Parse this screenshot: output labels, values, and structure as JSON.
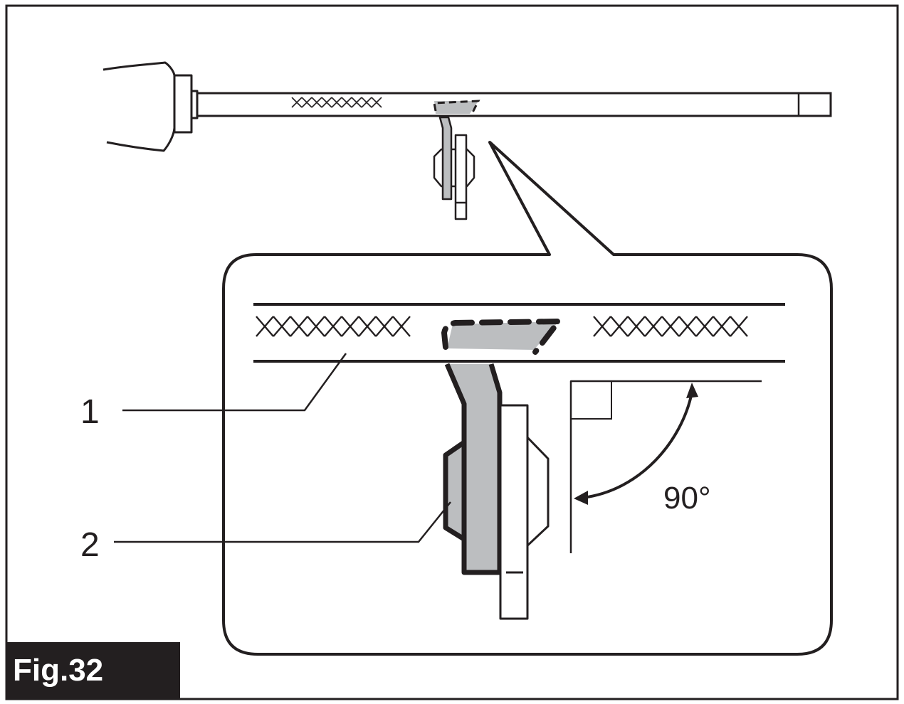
{
  "figure": {
    "label": "Fig.32",
    "callouts": [
      {
        "number": "1"
      },
      {
        "number": "2"
      }
    ],
    "angle": "90°",
    "icons": [
      "hand-icon",
      "blade-icon"
    ]
  }
}
